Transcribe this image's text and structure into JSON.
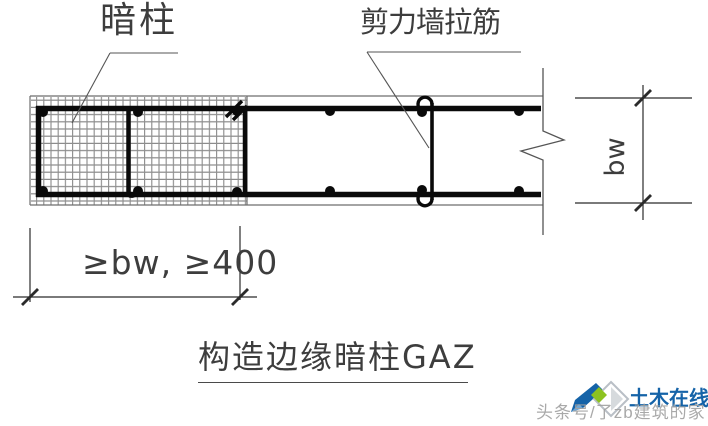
{
  "diagram": {
    "label_column": "暗柱",
    "label_wall_tie": "剪力墙拉筋",
    "dim_column_length": "≥bw, ≥400",
    "dim_wall_thickness": "bw",
    "caption": "构造边缘暗柱GAZ"
  },
  "branding": {
    "logo_text": "土木在线",
    "watermark_text": "头条号/了zb建筑的家",
    "colors": {
      "logo_blue": "#1563a8",
      "logo_green": "#8cc220",
      "watermark_gray": "#a0a0a0",
      "line_black": "#0a0a0a",
      "hatch_gray": "#8a8a8a"
    }
  }
}
